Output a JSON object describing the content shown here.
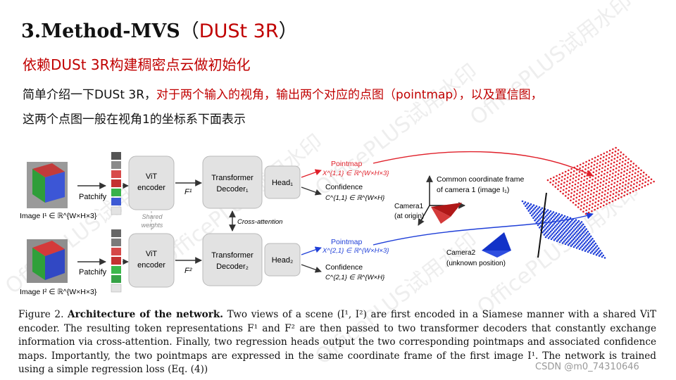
{
  "slide": {
    "title_prefix": "3.Method-MVS",
    "title_open": "（",
    "title_highlight": "DUSt 3R",
    "title_close": "）",
    "subtitle": "依赖DUSt 3R构建稠密点云做初始化",
    "line1_a": "简单介绍一下DUSt 3R，",
    "line1_b": "对于两个输入的视角，输出两个对应的点图（pointmap），以及置信图，",
    "line2": "这两个点图一般在视角1的坐标系下面表示"
  },
  "diagram": {
    "image1_label": "Image I¹ ∈ ℝ^{W×H×3}",
    "image2_label": "Image I² ∈ ℝ^{W×H×3}",
    "patchify": "Patchify",
    "vit_line1": "ViT",
    "vit_line2": "encoder",
    "shared_line1": "Shared",
    "shared_line2": "weights",
    "f1": "F¹",
    "f2": "F²",
    "decoder_title": "Transformer",
    "decoder1_sub": "Decoder₁",
    "decoder2_sub": "Decoder₂",
    "cross_attention": "Cross-attention",
    "head1": "Head₁",
    "head2": "Head₂",
    "pointmap": "Pointmap",
    "x11": "X^{1,1} ∈ ℝ^{W×H×3}",
    "x21": "X^{2,1} ∈ ℝ^{W×H×3}",
    "confidence": "Confidence",
    "c11": "C^{1,1} ∈ ℝ^{W×H}",
    "c21": "C^{2,1} ∈ ℝ^{W×H}",
    "common_frame_1": "Common coordinate frame",
    "common_frame_2": "of camera 1 (image  I₁)",
    "camera1_1": "Camera1",
    "camera1_2": "(at origin)",
    "camera2_1": "Camera2",
    "camera2_2": "(unknown position)",
    "colors": {
      "red": "#e0202a",
      "blue": "#1f3fd8",
      "box": "#e2e2e2",
      "box_border": "#b9b9b9"
    }
  },
  "caption": {
    "fig": "Figure 2.",
    "bold": "Architecture of the network.",
    "text": "Two views of a scene (I¹, I²) are first encoded in a Siamese manner with a shared ViT encoder. The resulting token representations F¹ and F² are then passed to two transformer decoders that constantly exchange information via cross-attention. Finally, two regression heads output the two corresponding pointmaps and associated confidence maps. Importantly, the two pointmaps are expressed in the same coordinate frame of the first image I¹. The network is trained using a simple regression loss (Eq. (4))"
  },
  "watermarks": {
    "credit": "CSDN @m0_74310646",
    "overlay": "OfficePLUS试用水印"
  }
}
